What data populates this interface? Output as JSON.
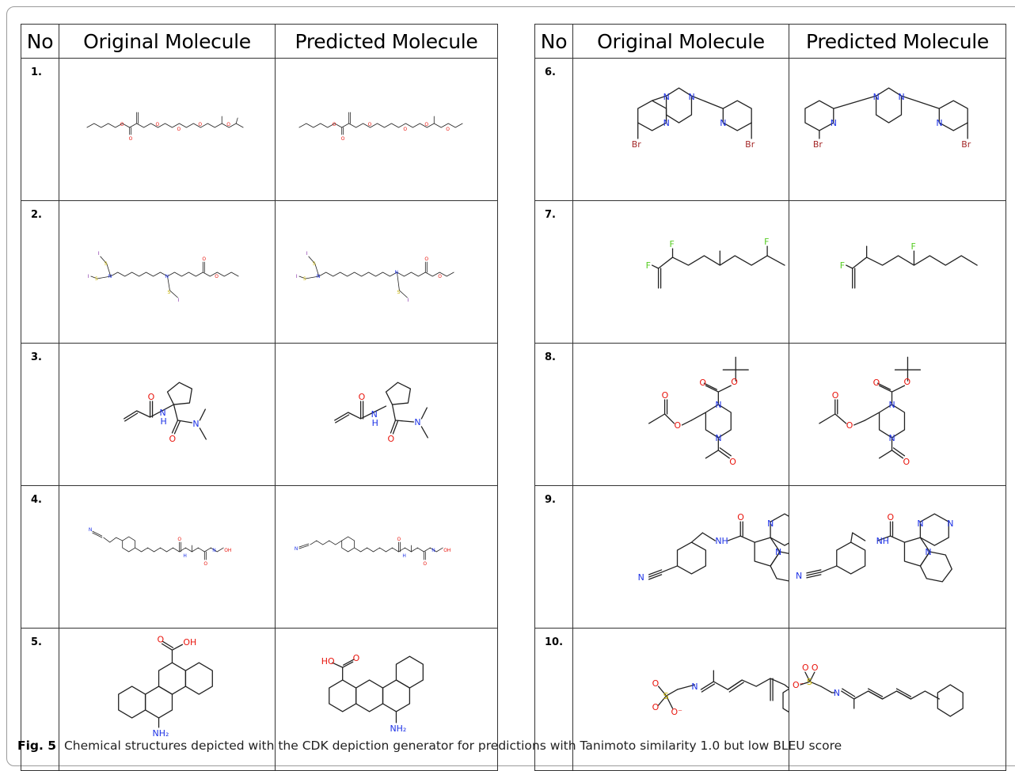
{
  "table": {
    "col_no": "No",
    "col_original": "Original Molecule",
    "col_predicted": "Predicted Molecule"
  },
  "rows": [
    {
      "no": "1."
    },
    {
      "no": "2."
    },
    {
      "no": "3."
    },
    {
      "no": "4."
    },
    {
      "no": "5."
    },
    {
      "no": "6."
    },
    {
      "no": "7."
    },
    {
      "no": "8."
    },
    {
      "no": "9."
    },
    {
      "no": "10."
    }
  ],
  "atoms": {
    "O": "O",
    "N": "N",
    "S": "S",
    "I": "I",
    "F": "F",
    "Br": "Br",
    "OH": "OH",
    "HO": "HO",
    "NH": "NH",
    "H": "H",
    "NH2": "NH₂",
    "OHs": "OH",
    "Nn": "N",
    "Om": "O⁻"
  },
  "colors": {
    "oxygen": "#e8140c",
    "nitrogen": "#1c31e6",
    "sulfur": "#c8b400",
    "fluorine": "#55cc22",
    "bromine": "#a52a2a",
    "iodine": "#7b1fa2"
  },
  "caption": {
    "label": "Fig. 5",
    "text": "Chemical structures depicted with the CDK depiction generator for predictions with Tanimoto similarity 1.0 but low BLEU score"
  }
}
